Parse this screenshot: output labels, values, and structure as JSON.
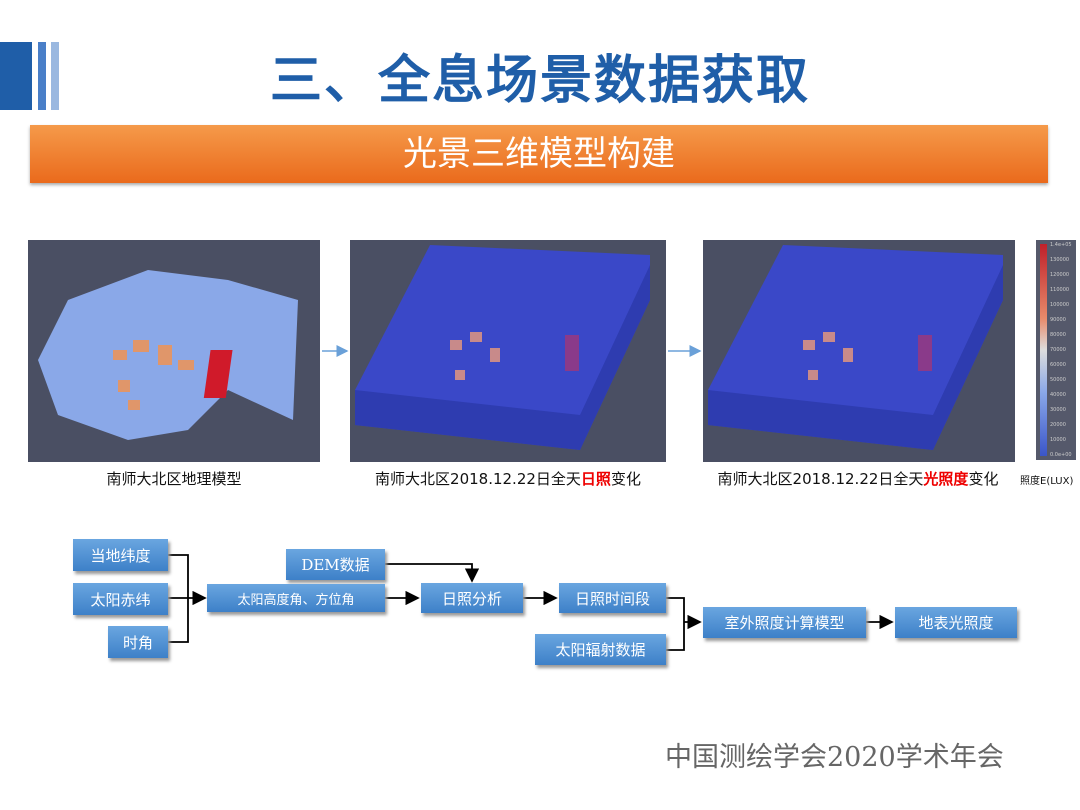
{
  "title": "三、全息场景数据获取",
  "section": "光景三维模型构建",
  "panels": [
    {
      "caption": "南师大北区地理模型"
    },
    {
      "caption_pre": "南师大北区2018.12.22日全天",
      "caption_hl": "日照",
      "caption_post": "变化"
    },
    {
      "caption_pre": "南师大北区2018.12.22日全天",
      "caption_hl": "光照度",
      "caption_post": "变化"
    }
  ],
  "legend": {
    "title": "照度E(LUX)",
    "ticks": [
      "1.4e+05",
      "130000",
      "120000",
      "110000",
      "100000",
      "90000",
      "80000",
      "70000",
      "60000",
      "50000",
      "40000",
      "30000",
      "20000",
      "10000",
      "0.0e+00"
    ],
    "colors": {
      "high": "#c0202a",
      "mid": "#dddddd",
      "low": "#3a55c8"
    }
  },
  "flow": {
    "lat": "当地纬度",
    "dec": "太阳赤纬",
    "hour": "时角",
    "dem": "DEM数据",
    "angle": "太阳高度角、方位角",
    "sun": "日照分析",
    "period": "日照时间段",
    "rad": "太阳辐射数据",
    "model": "室外照度计算模型",
    "out": "地表光照度"
  },
  "footer": "中国测绘学会2020学术年会",
  "colors": {
    "title": "#1f5ea8",
    "band": "#ea6a1c",
    "box": "#3d80c8"
  }
}
